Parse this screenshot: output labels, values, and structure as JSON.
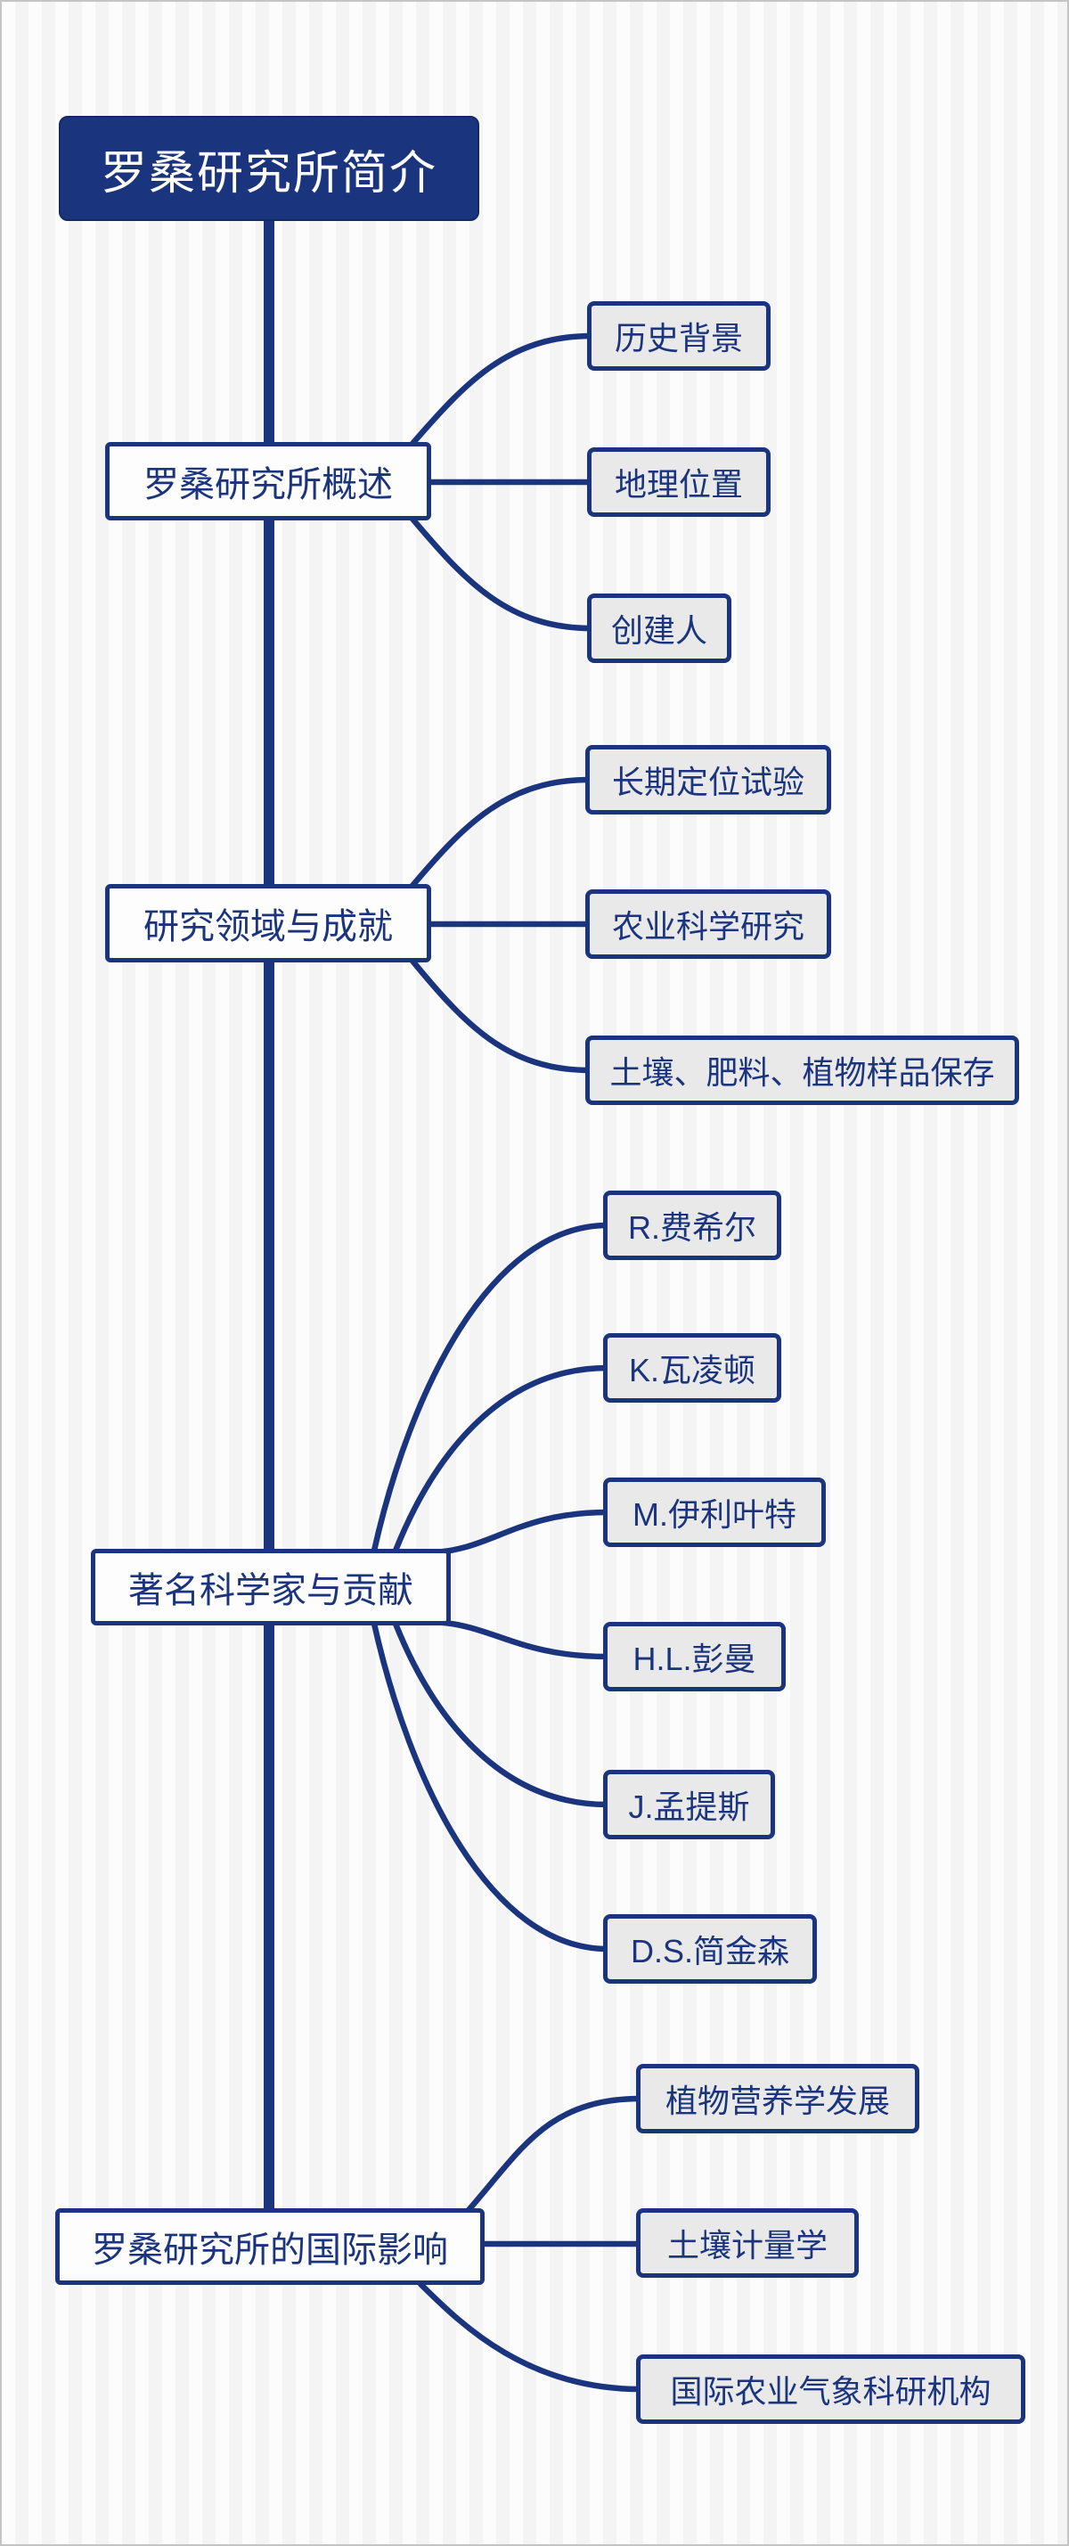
{
  "colors": {
    "navy": "#1a347e",
    "root_fill": "#1a347e",
    "root_text": "#ffffff",
    "branch_fill": "#fdfdfd",
    "leaf_fill": "#e9e9e9",
    "stripe_light": "#fcfcfc",
    "stripe_dark": "#f4f4f5",
    "frame_border": "#c4c4c4"
  },
  "mindmap": {
    "root": {
      "label": "罗桑研究所简介"
    },
    "sections": [
      {
        "label": "罗桑研究所概述",
        "children": [
          {
            "label": "历史背景"
          },
          {
            "label": "地理位置"
          },
          {
            "label": "创建人"
          }
        ]
      },
      {
        "label": "研究领域与成就",
        "children": [
          {
            "label": "长期定位试验"
          },
          {
            "label": "农业科学研究"
          },
          {
            "label": "土壤、肥料、植物样品保存"
          }
        ]
      },
      {
        "label": "著名科学家与贡献",
        "children": [
          {
            "label": "R.费希尔"
          },
          {
            "label": "K.瓦凌顿"
          },
          {
            "label": "M.伊利叶特"
          },
          {
            "label": "H.L.彭曼"
          },
          {
            "label": "J.孟提斯"
          },
          {
            "label": "D.S.简金森"
          }
        ]
      },
      {
        "label": "罗桑研究所的国际影响",
        "children": [
          {
            "label": "植物营养学发展"
          },
          {
            "label": "土壤计量学"
          },
          {
            "label": "国际农业气象科研机构"
          }
        ]
      }
    ]
  }
}
